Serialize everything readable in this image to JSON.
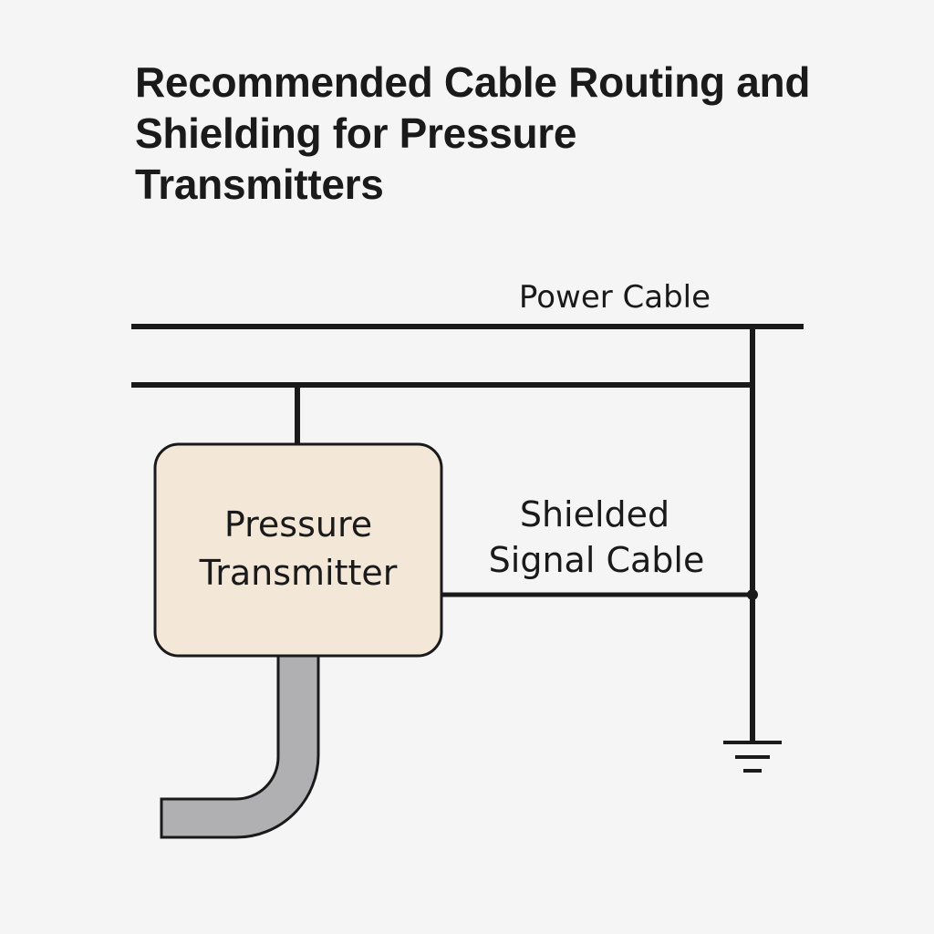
{
  "title": "Recommended Cable Routing and Shielding for Pressure Transmitters",
  "labels": {
    "power_cable": "Power Cable",
    "shielded_signal_cable": [
      "Shielded",
      "Signal Cable"
    ],
    "transmitter": [
      "Pressure",
      "Transmitter"
    ]
  },
  "colors": {
    "background": "#f5f5f5",
    "line": "#1a1a1a",
    "transmitter_fill": "#f3e7d7",
    "pipe_fill": "#b0b0b3"
  },
  "icons": {
    "ground": "ground-symbol",
    "junction": "junction-dot"
  }
}
